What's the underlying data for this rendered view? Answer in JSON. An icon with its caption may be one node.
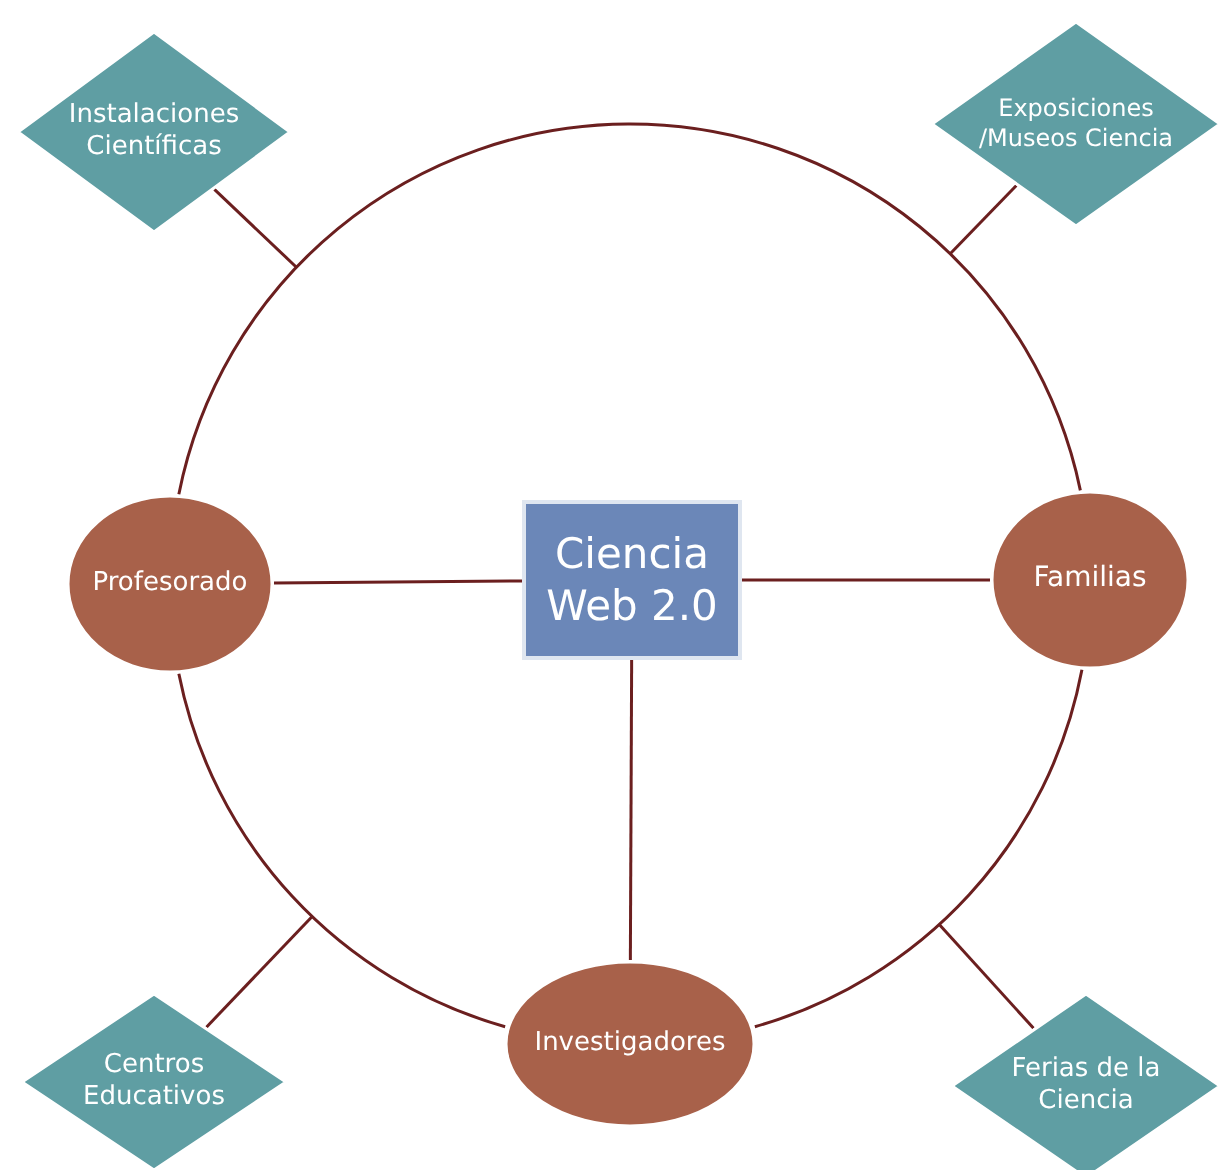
{
  "diagram": {
    "nodes": [
      {
        "text": [
          "Instalaciones Científicas"
        ]
      },
      {
        "text": [
          "Exposiciones /Museos Ciencia"
        ]
      },
      {
        "text": [
          "Profesorado"
        ]
      },
      {
        "text": [
          "Ciencia Web 2.0"
        ]
      },
      {
        "text": [
          "Familias"
        ]
      },
      {
        "text": [
          "Centros Educativos"
        ]
      },
      {
        "text": [
          "Investigadores"
        ]
      },
      {
        "text": [
          "Ferias de la Ciencia"
        ]
      }
    ],
    "edges": [
      {
        "from": 2,
        "to": 4,
        "arrow": "none"
      },
      {
        "from": 2,
        "to": 6,
        "arrow": "none"
      },
      {
        "from": 6,
        "to": 4,
        "arrow": "none"
      },
      {
        "from": 3,
        "to": 2,
        "arrow": "none"
      },
      {
        "from": 3,
        "to": 4,
        "arrow": "none"
      },
      {
        "from": 3,
        "to": 6,
        "arrow": "none"
      },
      {
        "from": 0,
        "to": null,
        "arrow": "none"
      },
      {
        "from": 1,
        "to": null,
        "arrow": "none"
      },
      {
        "from": 5,
        "to": null,
        "arrow": "none"
      },
      {
        "from": 7,
        "to": null,
        "arrow": "none"
      }
    ]
  }
}
